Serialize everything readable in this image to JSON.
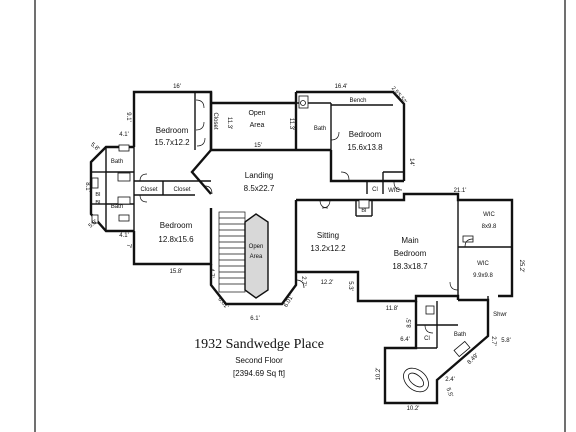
{
  "plan": {
    "title": "1932 Sandwedge Place",
    "floor": "Second Floor",
    "area": "[2394.69 Sq ft]"
  },
  "rooms": {
    "bedroom1": {
      "name": "Bedroom",
      "size": "15.7x12.2"
    },
    "bedroom2": {
      "name": "Bedroom",
      "size": "15.6x13.8"
    },
    "bedroom3": {
      "name": "Bedroom",
      "size": "12.8x15.6"
    },
    "landing": {
      "name": "Landing",
      "size": "8.5x22.7"
    },
    "open_area_top": {
      "line1": "Open",
      "line2": "Area"
    },
    "open_area_stair": {
      "line1": "Open",
      "line2": "Area"
    },
    "sitting": {
      "name": "Sitting",
      "size": "13.2x12.2"
    },
    "main_bedroom": {
      "line1": "Main",
      "line2": "Bedroom",
      "size": "18.3x18.7"
    },
    "wic1": {
      "name": "WIC",
      "size": "8x9.8"
    },
    "wic2": {
      "name": "WIC",
      "size": "9.9x9.8"
    },
    "wic_small": "WIC",
    "closet_vertical": "Closet",
    "closet1": "Closet",
    "closet2": "Closet",
    "bath_top": "Bath",
    "bath_left1": "Bath",
    "bath_left2": "Bath",
    "bath_main": "Bath",
    "shower": "Shwr",
    "bench": "Bench",
    "cl1": "Cl",
    "cl2": "Cl",
    "bi1": "BI",
    "bi2": "BI",
    "bi3": "BI"
  },
  "dimensions": {
    "d16": "16'",
    "d164": "16.4'",
    "d113a": "11.3'",
    "d113b": "11.3'",
    "d15": "15'",
    "d91": "9.1'",
    "d41a": "4.1'",
    "d58a": "5.8'",
    "d81": "8.1'",
    "d58b": "5.8'",
    "d41b": "4.1'",
    "d7": "7'",
    "d158": "15.8'",
    "d47": "4.7'",
    "d601a": "6.01'",
    "d61": "6.1'",
    "d601b": "6.01'",
    "d27": "2.7'",
    "d122": "12.2'",
    "d53": "5.3'",
    "d14": "14'",
    "d2552": "2.5'5.52'",
    "d211": "21.1'",
    "d252": "25.2'",
    "d118": "11.8'",
    "d85": "8.5'",
    "d64": "6.4'",
    "d27b": "2.7'",
    "d58c": "5.8'",
    "d102a": "10.2'",
    "d102b": "10.2'",
    "d24": "2.4'",
    "d55": "5.5'",
    "d849": "8.49'"
  }
}
